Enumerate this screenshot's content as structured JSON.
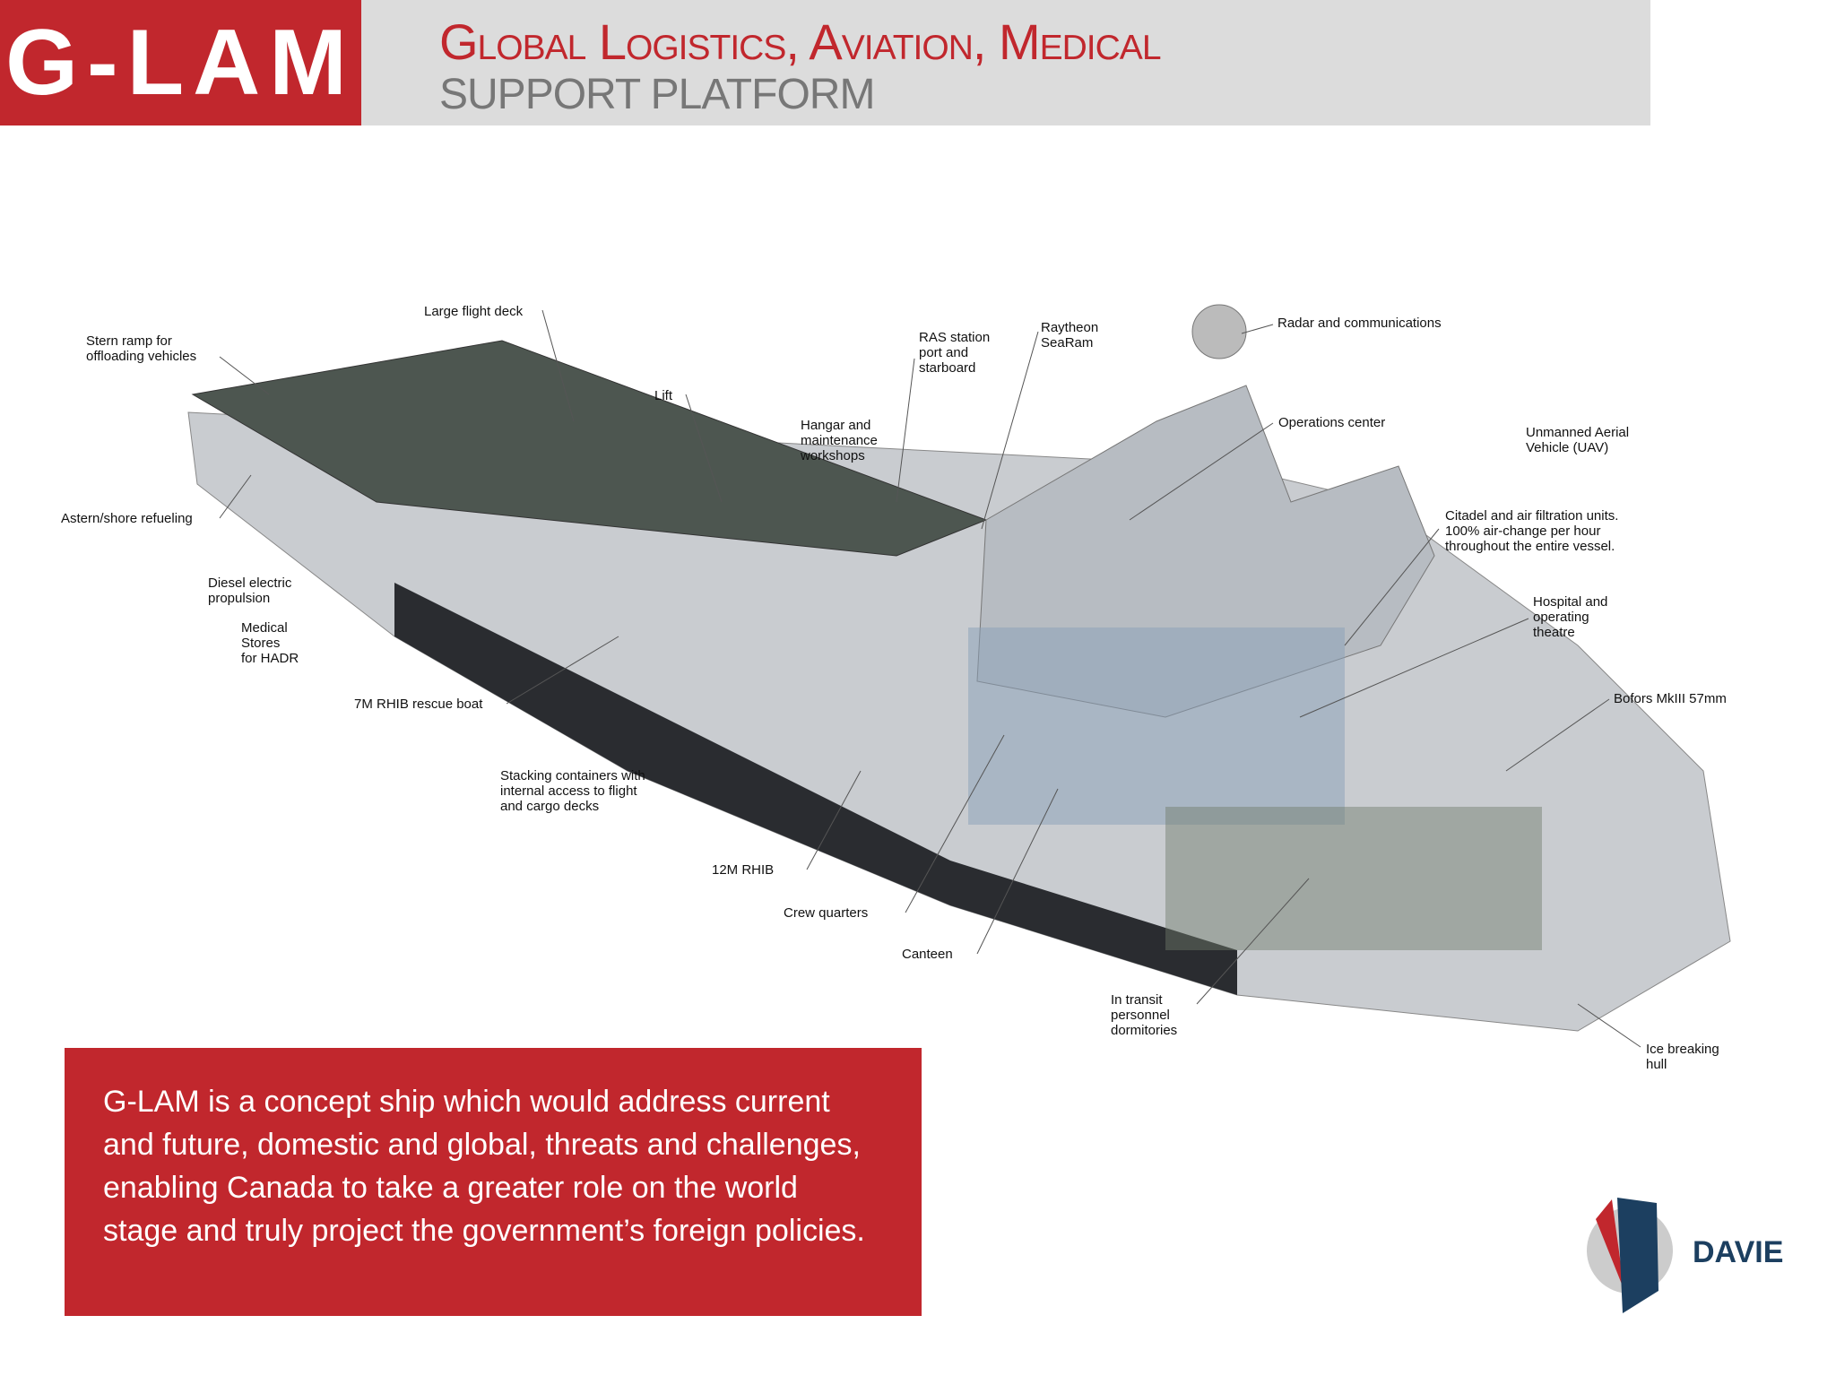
{
  "header": {
    "logo": "G-LAM",
    "title": "Global Logistics, Aviation, Medical",
    "subtitle": "SUPPORT PLATFORM"
  },
  "labels": [
    {
      "id": "stern-ramp",
      "text": "Stern ramp for\noffloading vehicles"
    },
    {
      "id": "flight-deck",
      "text": "Large flight deck"
    },
    {
      "id": "lift",
      "text": "Lift"
    },
    {
      "id": "ras-station",
      "text": "RAS station\nport and\nstarboard"
    },
    {
      "id": "searam",
      "text": "Raytheon\nSeaRam"
    },
    {
      "id": "radar",
      "text": "Radar and communications"
    },
    {
      "id": "operations",
      "text": "Operations center"
    },
    {
      "id": "uav",
      "text": "Unmanned Aerial\nVehicle (UAV)"
    },
    {
      "id": "hangar",
      "text": "Hangar and\nmaintenance\nworkshops"
    },
    {
      "id": "citadel",
      "text": "Citadel and air filtration units.\n100% air-change per hour\nthroughout the entire vessel."
    },
    {
      "id": "refueling",
      "text": "Astern/shore refueling"
    },
    {
      "id": "propulsion",
      "text": "Diesel electric\npropulsion"
    },
    {
      "id": "medical-stores",
      "text": "Medical\nStores\nfor HADR"
    },
    {
      "id": "hospital",
      "text": "Hospital and\noperating\ntheatre"
    },
    {
      "id": "bofors",
      "text": "Bofors MkIII 57mm"
    },
    {
      "id": "rhib-7m",
      "text": "7M RHIB rescue boat"
    },
    {
      "id": "containers",
      "text": "Stacking containers with\ninternal access to  flight\nand cargo decks"
    },
    {
      "id": "rhib-12m",
      "text": "12M RHIB"
    },
    {
      "id": "crew-quarters",
      "text": "Crew quarters"
    },
    {
      "id": "canteen",
      "text": "Canteen"
    },
    {
      "id": "dormitories",
      "text": "In transit\npersonnel\ndormitories"
    },
    {
      "id": "ice-hull",
      "text": "Ice breaking\nhull"
    }
  ],
  "description": "G-LAM is a concept ship which would address current and future, domestic and global, threats and challenges, enabling Canada to take a greater role on the world stage and truly project the government’s foreign policies.",
  "brand": {
    "name": "DAVIE"
  },
  "colors": {
    "red": "#c1272d",
    "navy": "#1c3f60"
  }
}
